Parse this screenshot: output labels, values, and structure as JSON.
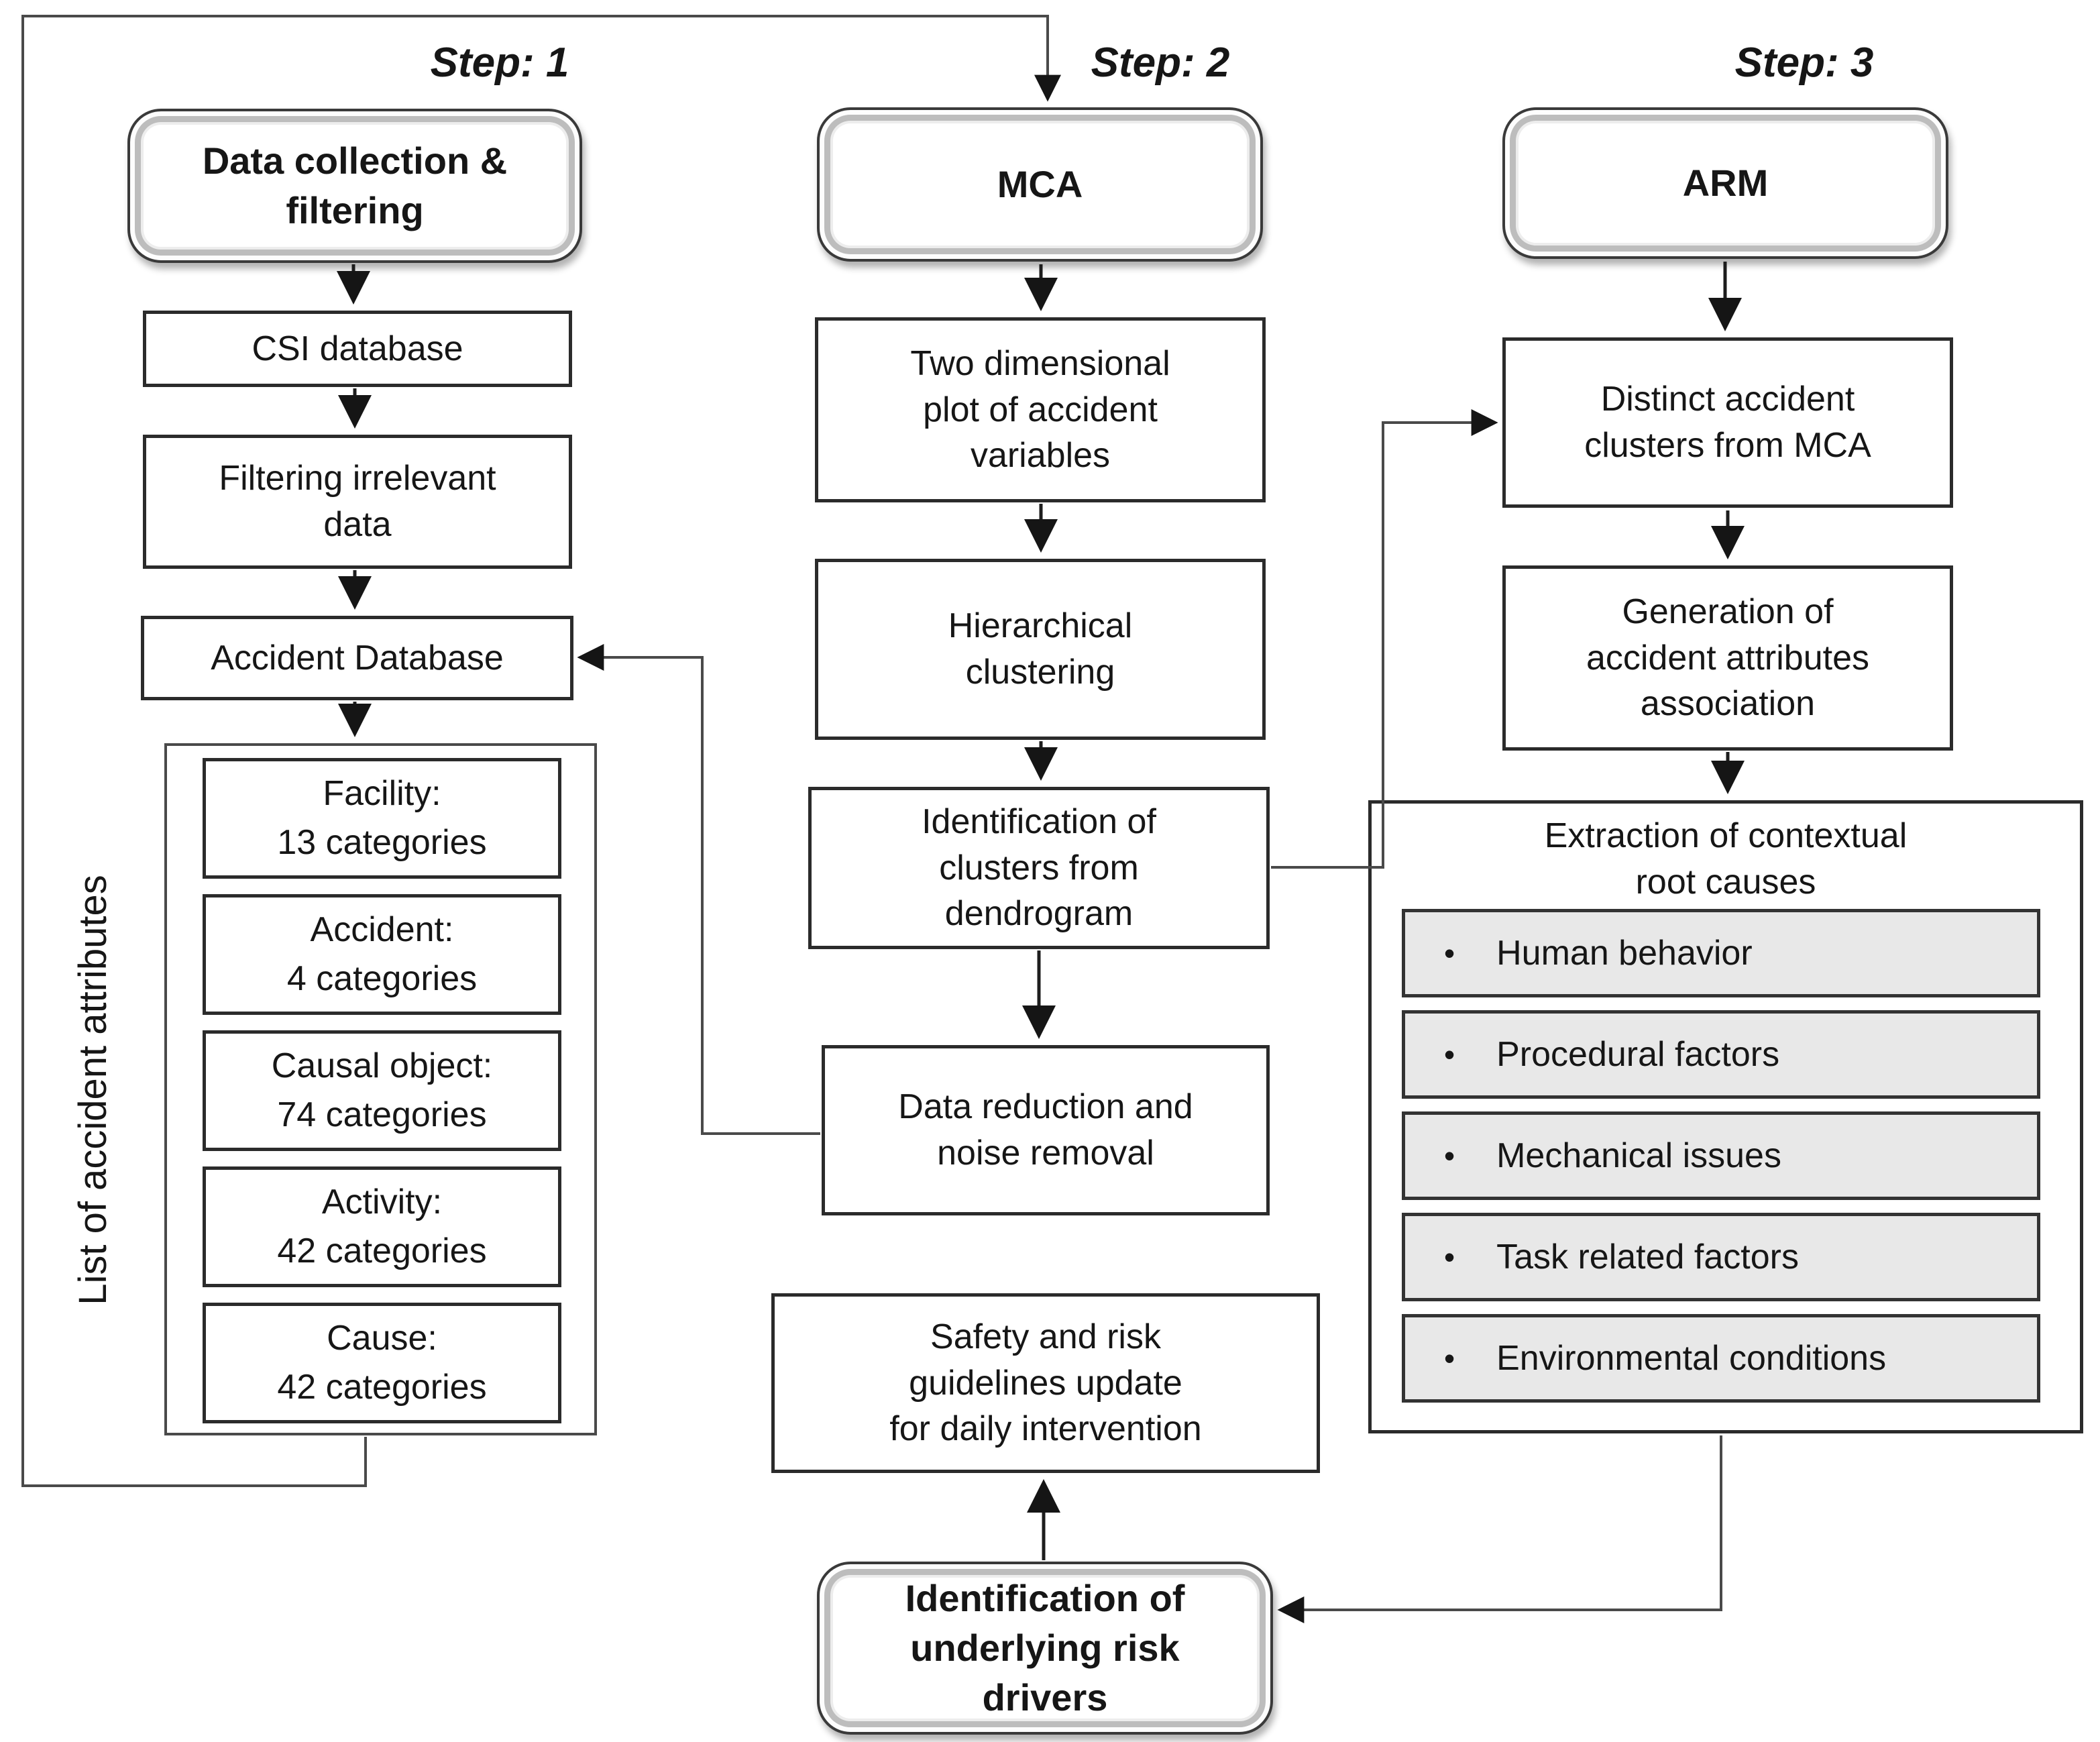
{
  "colors": {
    "background": "#ffffff",
    "box_border": "#2b2b2b",
    "connector_line": "#4a4a4a",
    "bullet_fill": "#e8e8e8",
    "text": "#161616"
  },
  "step1": {
    "heading": "Step: 1",
    "start_box": "Data collection &\nfiltering",
    "csi_box": "CSI database",
    "filtering_box": "Filtering irrelevant\ndata",
    "accident_db_box": "Accident Database",
    "attributes_side_label": "List of accident attributes",
    "attribute_items": [
      {
        "line1": "Facility:",
        "line2": "13 categories"
      },
      {
        "line1": "Accident:",
        "line2": "4 categories"
      },
      {
        "line1": "Causal object:",
        "line2": "74 categories"
      },
      {
        "line1": "Activity:",
        "line2": "42 categories"
      },
      {
        "line1": "Cause:",
        "line2": "42 categories"
      }
    ]
  },
  "step2": {
    "heading": "Step: 2",
    "mca_box": "MCA",
    "two_dimensional_box": "Two dimensional\nplot of accident\nvariables",
    "hierarchical_box": "Hierarchical\nclustering",
    "dendrogram_box": "Identification of\nclusters from\ndendrogram",
    "data_reduction_box": "Data reduction and\nnoise removal",
    "safety_box": "Safety and risk\nguidelines update\nfor daily intervention",
    "risk_drivers_box": "Identification of\nunderlying risk\ndrivers"
  },
  "step3": {
    "heading": "Step: 3",
    "arm_box": "ARM",
    "distinct_clusters_box": "Distinct accident\nclusters from MCA",
    "generation_box": "Generation of\naccident attributes\nassociation",
    "extraction_title": "Extraction of contextual\nroot causes",
    "bullet_glyph": "•",
    "root_causes": [
      "Human behavior",
      "Procedural factors",
      "Mechanical issues",
      "Task related factors",
      "Environmental conditions"
    ]
  }
}
